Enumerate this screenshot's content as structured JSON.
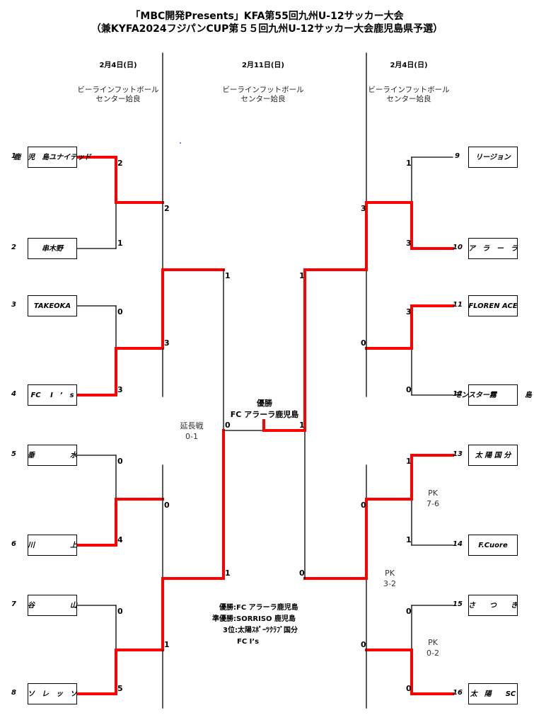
{
  "header": {
    "title_line1": "「MBC開発Presents」KFA第55回九州U-12サッカー大会",
    "title_line2": "（兼KYFA2024フジパンCUP第５５回九州U-12サッカー大会鹿児島県予選）"
  },
  "columns": {
    "left": {
      "date": "2月4日(日)",
      "venue_line1": "ビーラインフットボール",
      "venue_line2": "センター姶良"
    },
    "center": {
      "date": "2月11日(日)",
      "venue_line1": "ビーラインフットボール",
      "venue_line2": "センター姶良"
    },
    "right": {
      "date": "2月4日(日)",
      "venue_line1": "ビーラインフットボール",
      "venue_line2": "センター姶良"
    }
  },
  "colors": {
    "winner_path": "#ff0000",
    "line": "#000000"
  },
  "teams": [
    {
      "seed": "1",
      "name": "鹿　児　島\nユナイテッド"
    },
    {
      "seed": "2",
      "name": "串木野"
    },
    {
      "seed": "3",
      "name": "TAKEOKA"
    },
    {
      "seed": "4",
      "name": "FC　 I　’　s"
    },
    {
      "seed": "5",
      "name": "垂　　　　　水"
    },
    {
      "seed": "6",
      "name": "川　　　　　上"
    },
    {
      "seed": "7",
      "name": "谷　　　　　山"
    },
    {
      "seed": "8",
      "name": "ソ　レ　ッ　ソ"
    },
    {
      "seed": "9",
      "name": "リージョン"
    },
    {
      "seed": "10",
      "name": "ア　ラ　ー　ラ"
    },
    {
      "seed": "11",
      "name": "FLOREN ACE"
    },
    {
      "seed": "12",
      "name": "モンスター\n霧　　　　島"
    },
    {
      "seed": "13",
      "name": "太 陽 国 分"
    },
    {
      "seed": "14",
      "name": "F.Cuore"
    },
    {
      "seed": "15",
      "name": "さ　　つ　　き"
    },
    {
      "seed": "16",
      "name": "太　陽　　SC"
    }
  ],
  "scores": {
    "r1": [
      "2",
      "1",
      "0",
      "3",
      "0",
      "4",
      "0",
      "5",
      "1",
      "3",
      "3",
      "0",
      "1",
      "1",
      "0",
      "0"
    ],
    "qf": [
      "2",
      "3",
      "0",
      "1",
      "3",
      "0",
      "0",
      "0"
    ],
    "sf": [
      "1",
      "1",
      "1",
      "0"
    ],
    "final": [
      "0",
      "1"
    ]
  },
  "notes": {
    "extra_time": {
      "label": "延長戦",
      "score": "0-1"
    },
    "pk_13_14": {
      "label": "PK",
      "score": "7-6"
    },
    "pk_qf_right_bottom": {
      "label": "PK",
      "score": "3-2"
    },
    "pk_15_16": {
      "label": "PK",
      "score": "0-2"
    }
  },
  "champion": {
    "label": "優勝",
    "team": "FC アラーラ鹿児島"
  },
  "results": {
    "winner": "優勝:FC アラーラ鹿児島",
    "runner_up": "準優勝:SORRISO 鹿児島",
    "third": "3位:太陽ｽﾎﾟｰﾂｸﾗﾌﾞ国分",
    "third_2": "FC  I’s"
  }
}
